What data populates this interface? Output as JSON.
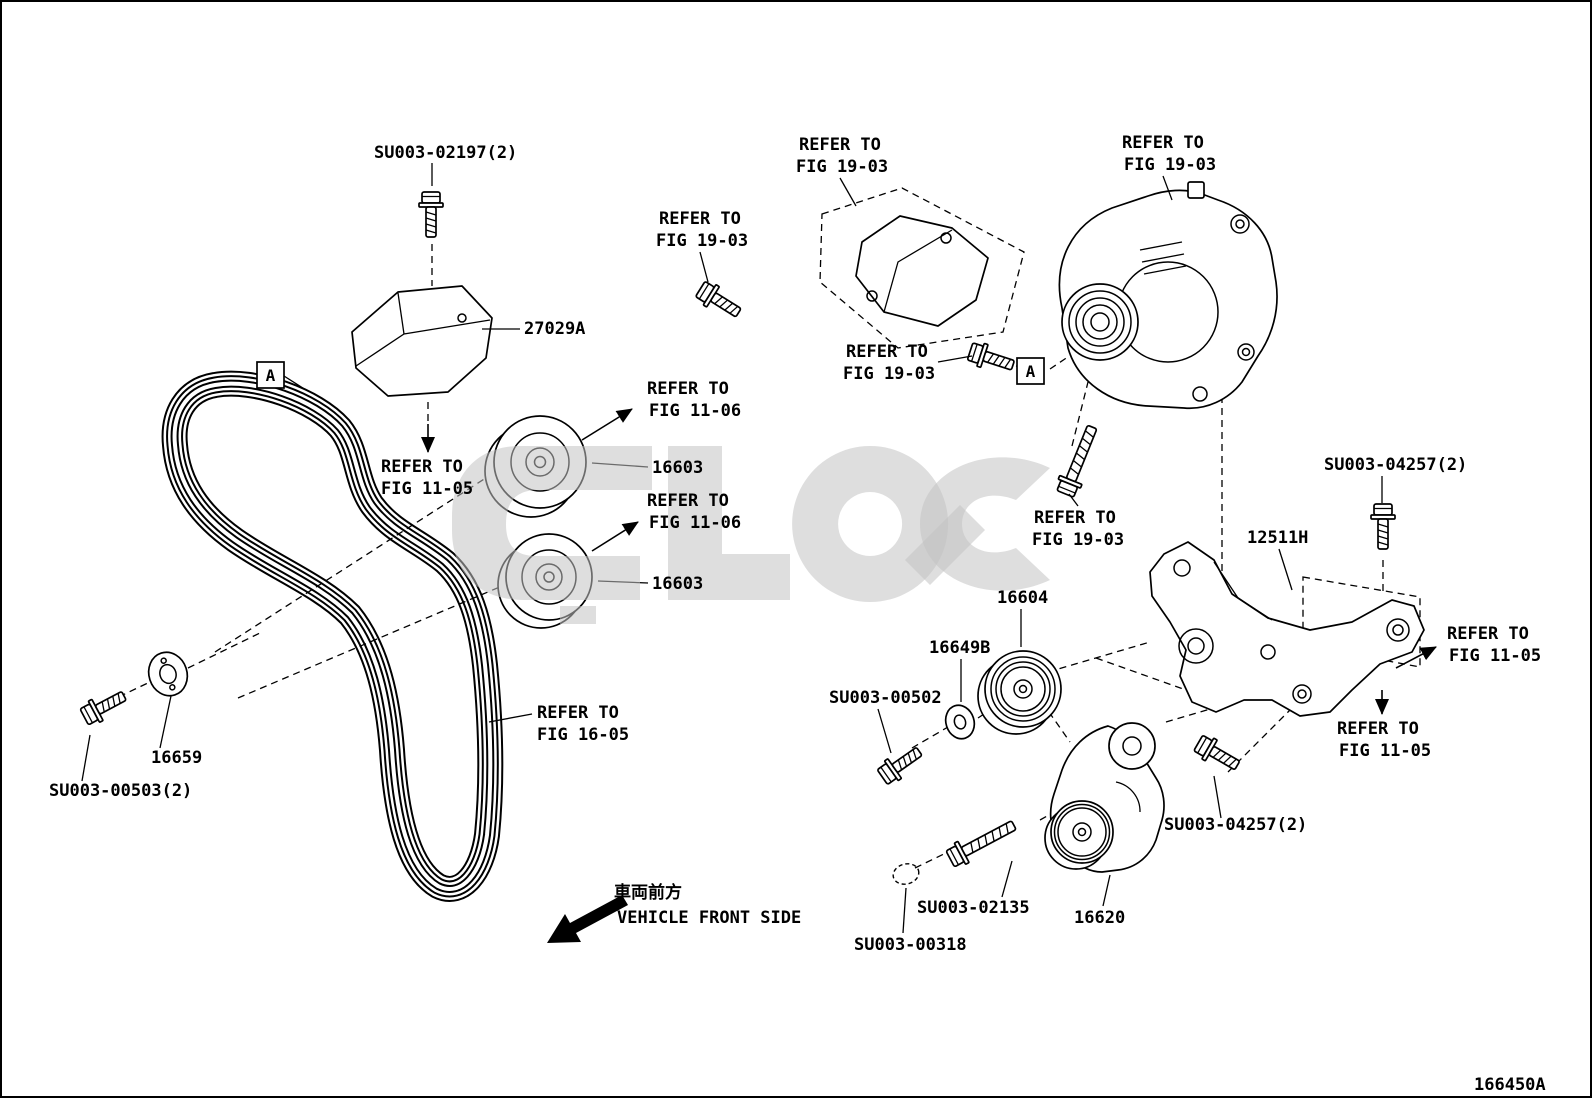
{
  "drawing": {
    "number": "166450A"
  },
  "strings": {
    "refer_to": "REFER TO",
    "fig_11_05": "FIG 11-05",
    "fig_11_06": "FIG 11-06",
    "fig_16_05": "FIG 16-05",
    "fig_19_03": "FIG 19-03"
  },
  "parts": {
    "su003_02197": "SU003-02197(2)",
    "p27029a": "27029A",
    "p16603": "16603",
    "p16659": "16659",
    "su003_00503": "SU003-00503(2)",
    "su003_04257": "SU003-04257(2)",
    "p12511h": "12511H",
    "p16604": "16604",
    "p16649b": "16649B",
    "su003_00502": "SU003-00502",
    "su003_02135": "SU003-02135",
    "p16620": "16620",
    "su003_00318": "SU003-00318"
  },
  "view_marker": "A",
  "orientation": {
    "jp": "車両前方",
    "en": "VEHICLE FRONT SIDE"
  }
}
